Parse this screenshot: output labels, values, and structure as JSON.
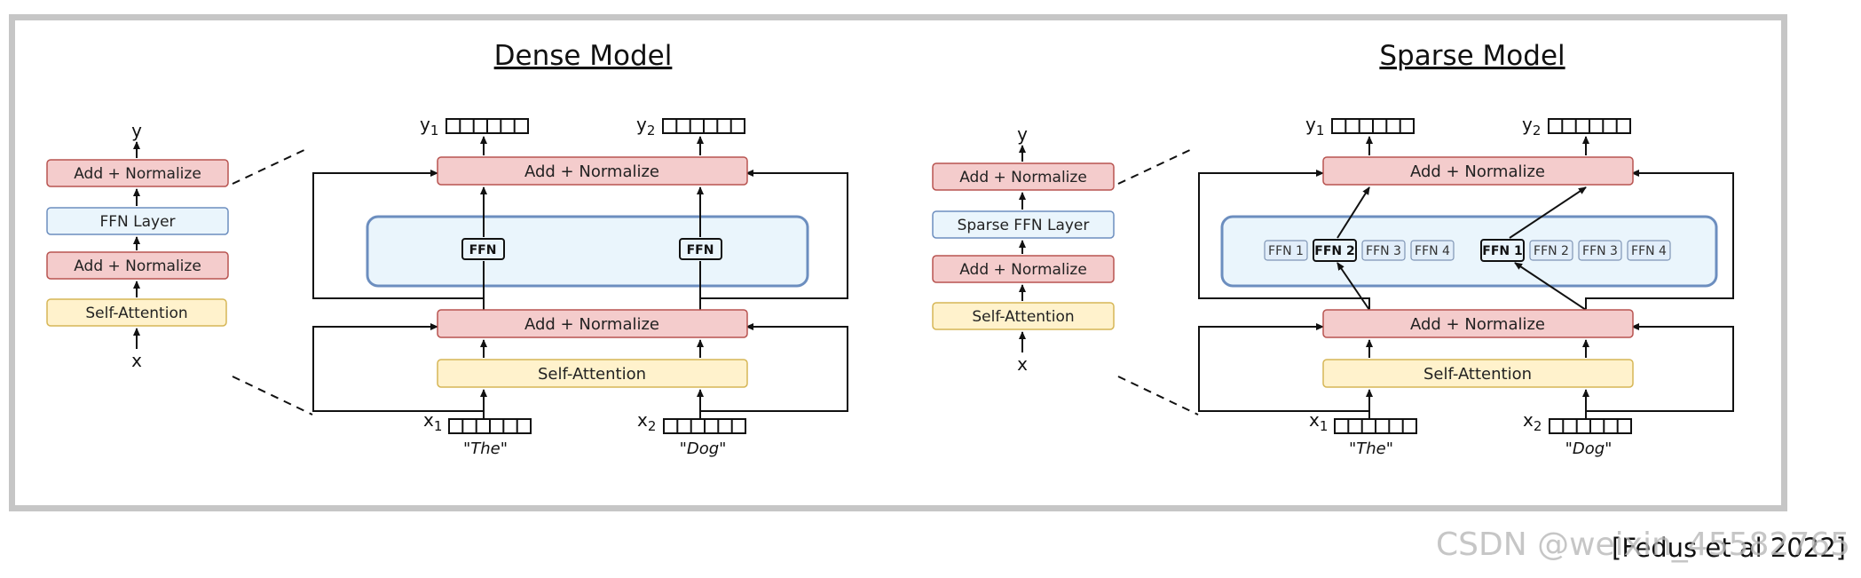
{
  "dense": {
    "title": "Dense Model",
    "mini": {
      "output": "y",
      "input": "x",
      "layers": [
        "Add + Normalize",
        "FFN Layer",
        "Add + Normalize",
        "Self-Attention"
      ]
    },
    "detail": {
      "add_norm_top": "Add + Normalize",
      "add_norm_bottom": "Add + Normalize",
      "self_attention": "Self-Attention",
      "ffn": [
        "FFN",
        "FFN"
      ],
      "outputs": [
        {
          "var": "y",
          "sub": "1"
        },
        {
          "var": "y",
          "sub": "2"
        }
      ],
      "inputs": [
        {
          "var": "x",
          "sub": "1",
          "word": "\"The\""
        },
        {
          "var": "x",
          "sub": "2",
          "word": "\"Dog\""
        }
      ]
    }
  },
  "sparse": {
    "title": "Sparse Model",
    "mini": {
      "output": "y",
      "input": "x",
      "layers": [
        "Add + Normalize",
        "Sparse FFN Layer",
        "Add + Normalize",
        "Self-Attention"
      ]
    },
    "detail": {
      "add_norm_top": "Add + Normalize",
      "add_norm_bottom": "Add + Normalize",
      "self_attention": "Self-Attention",
      "experts_left": [
        "FFN 1",
        "FFN 2",
        "FFN 3",
        "FFN 4"
      ],
      "experts_right": [
        "FFN 1",
        "FFN 2",
        "FFN 3",
        "FFN 4"
      ],
      "outputs": [
        {
          "var": "y",
          "sub": "1"
        },
        {
          "var": "y",
          "sub": "2"
        }
      ],
      "inputs": [
        {
          "var": "x",
          "sub": "1",
          "word": "\"The\""
        },
        {
          "var": "x",
          "sub": "2",
          "word": "\"Dog\""
        }
      ]
    }
  },
  "citation": "[Fedus et al 2022]",
  "watermark": "CSDN @weixin_45582765",
  "colors": {
    "add_norm_fill": "#f4cccc",
    "add_norm_stroke": "#b85450",
    "attention_fill": "#fff2cc",
    "attention_stroke": "#d6b656",
    "ffn_fill": "#eaf5fc",
    "ffn_stroke": "#6c8ebf",
    "frame": "#c6c6c6"
  }
}
